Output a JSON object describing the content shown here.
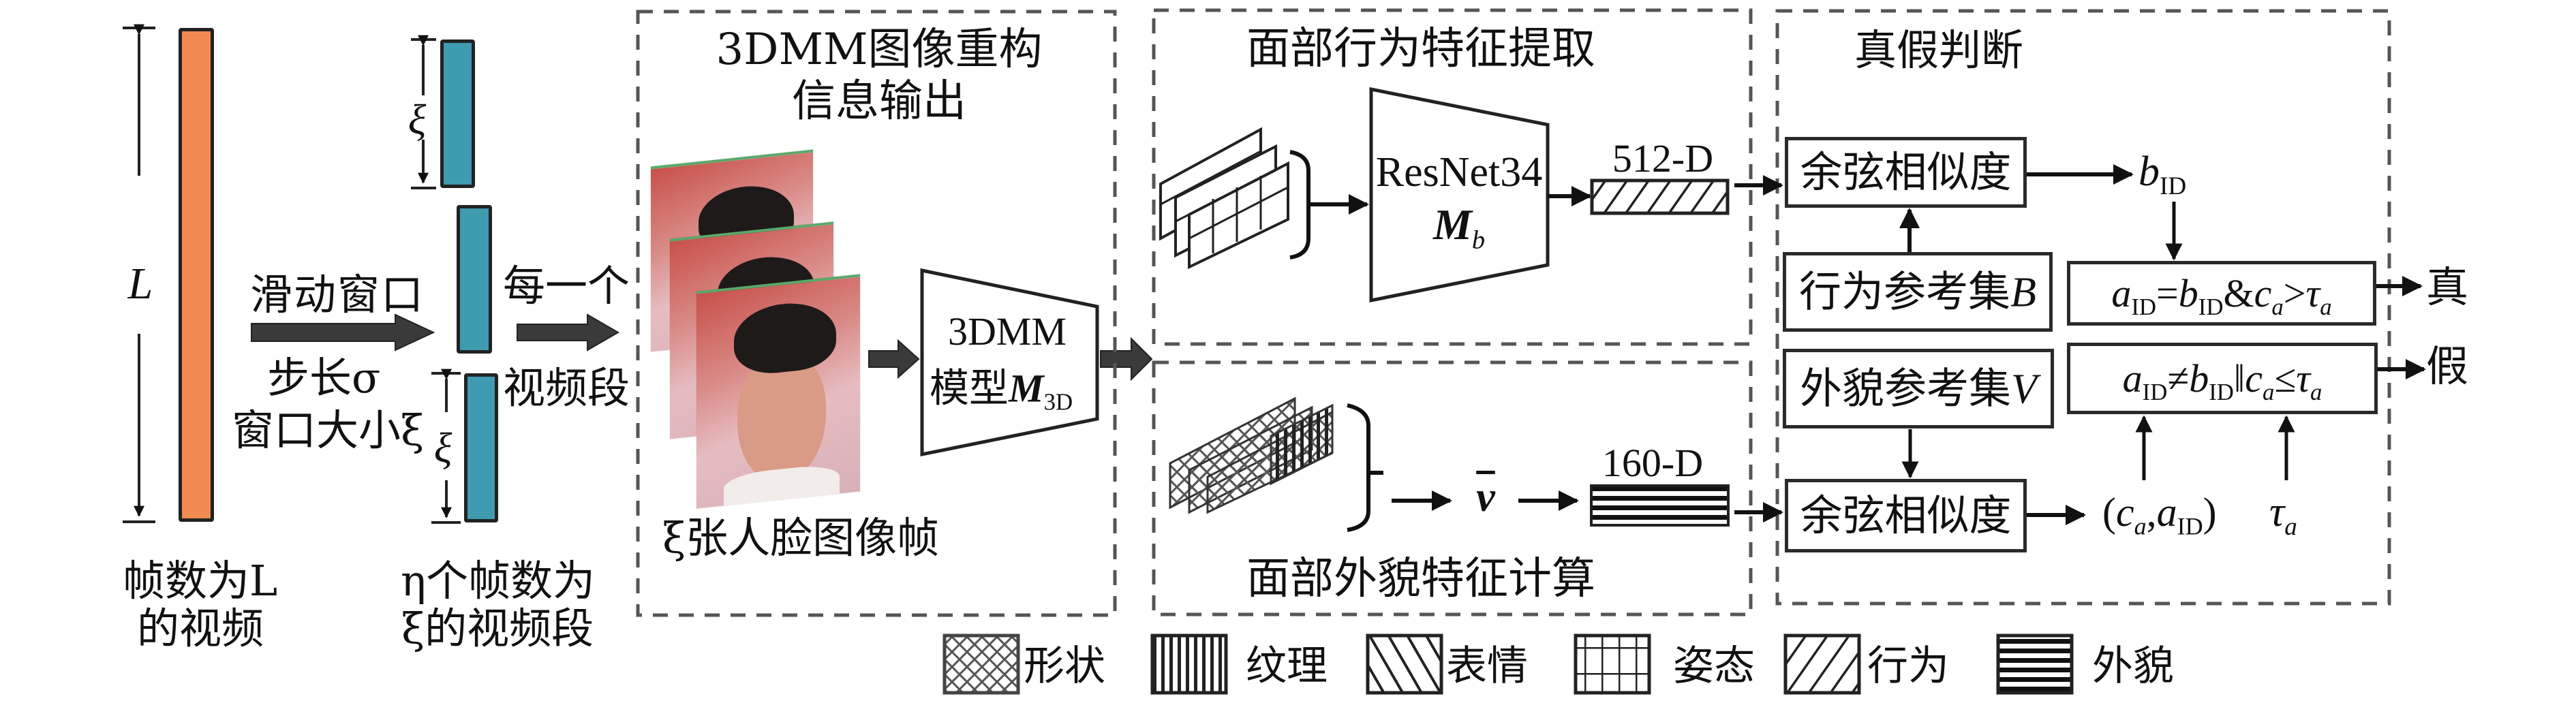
{
  "colors": {
    "video_bar": "#F08A50",
    "segment_bar": "#3E9BB0",
    "line": "#1a1a1a",
    "dash": "#555555",
    "big_arrow": "#3a3a3a"
  },
  "input": {
    "length_label": "L",
    "video_caption_line1": "帧数为L",
    "video_caption_line2": "的视频",
    "sliding_window": "滑动窗口",
    "step": "步长σ",
    "window_size": "窗口大小ξ",
    "segment_size_label": "ξ",
    "segments_caption_line1": "η个帧数为",
    "segments_caption_line2": "ξ的视频段",
    "each_line1": "每一个",
    "each_line2": "视频段"
  },
  "reconstruction": {
    "title_line1": "3DMM图像重构",
    "title_line2": "信息输出",
    "frames_caption": "ξ张人脸图像帧",
    "model_line1": "3DMM",
    "model_line2_prefix": "模型",
    "model_symbol": "M",
    "model_sub": "3D"
  },
  "behavior": {
    "title": "面部行为特征提取",
    "network": "ResNet34",
    "network_symbol": "M",
    "network_sub": "b",
    "dim_label": "512-D"
  },
  "appearance": {
    "title": "面部外貌特征计算",
    "vector_symbol": "v",
    "dim_label": "160-D"
  },
  "decision": {
    "title": "真假判断",
    "cosine_1": "余弦相似度",
    "cosine_2": "余弦相似度",
    "behavior_ref": "行为参考集",
    "behavior_ref_symbol": "B",
    "appearance_ref": "外貌参考集",
    "appearance_ref_symbol": "V",
    "b_id": "b",
    "b_id_sub": "ID",
    "true_condition": {
      "a": "a",
      "a_sub": "ID",
      "op1": "=",
      "b": "b",
      "b_sub": "ID",
      "join": "&",
      "c": "c",
      "c_sub": "a",
      "op2": ">",
      "tau": "τ",
      "tau_sub": "a"
    },
    "false_condition": {
      "a": "a",
      "a_sub": "ID",
      "op1": "≠",
      "b": "b",
      "b_sub": "ID",
      "join": "‖",
      "c": "c",
      "c_sub": "a",
      "op2": "≤",
      "tau": "τ",
      "tau_sub": "a"
    },
    "pair_open": "(",
    "pair_c": "c",
    "pair_c_sub": "a",
    "pair_comma": ",",
    "pair_a": "a",
    "pair_a_sub": "ID",
    "pair_close": ")",
    "threshold": "τ",
    "threshold_sub": "a",
    "result_true": "真",
    "result_false": "假"
  },
  "legend": [
    {
      "pattern": "crosshatch",
      "label": "形状"
    },
    {
      "pattern": "vertical",
      "label": "纹理"
    },
    {
      "pattern": "backslash",
      "label": "表情"
    },
    {
      "pattern": "grid",
      "label": "姿态"
    },
    {
      "pattern": "forwardslash",
      "label": "行为"
    },
    {
      "pattern": "horizontal-bold",
      "label": "外貌"
    }
  ]
}
